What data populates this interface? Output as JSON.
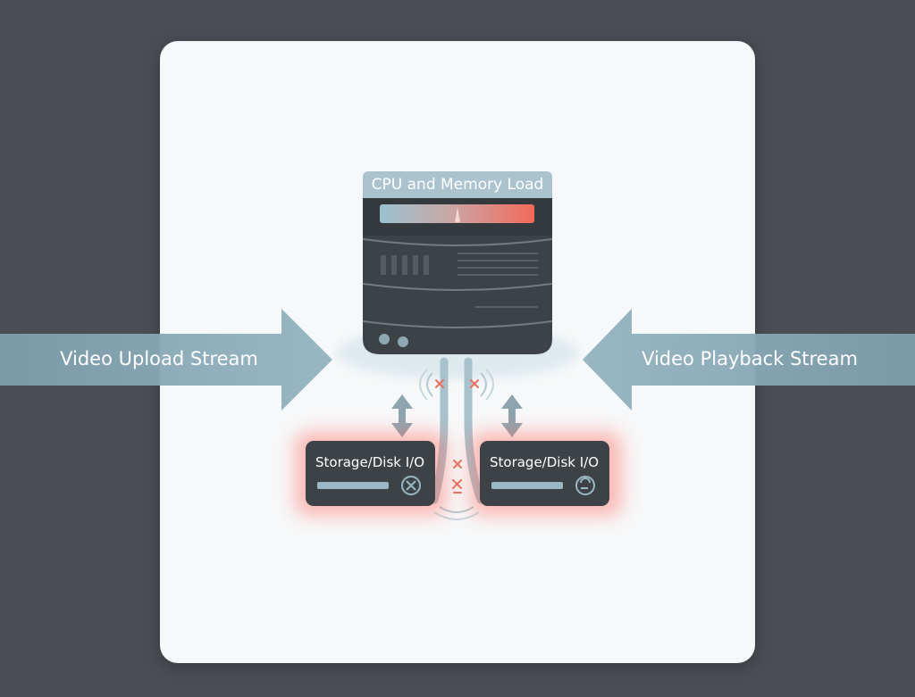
{
  "server": {
    "load_label": "CPU and Memory Load"
  },
  "streams": {
    "upload_label": "Video Upload Stream",
    "playback_label": "Video Playback Stream"
  },
  "storage": [
    {
      "label": "Storage/Disk I/O",
      "icon": "x-circle-icon"
    },
    {
      "label": "Storage/Disk I/O",
      "icon": "refresh-icon"
    }
  ],
  "colors": {
    "background": "#4a4e54",
    "card": "#f7f8f9",
    "stream_arrow": "#8aaab8",
    "server_body": "#3d4247",
    "hot": "#f26a5a",
    "cool": "#9cc1cf"
  }
}
